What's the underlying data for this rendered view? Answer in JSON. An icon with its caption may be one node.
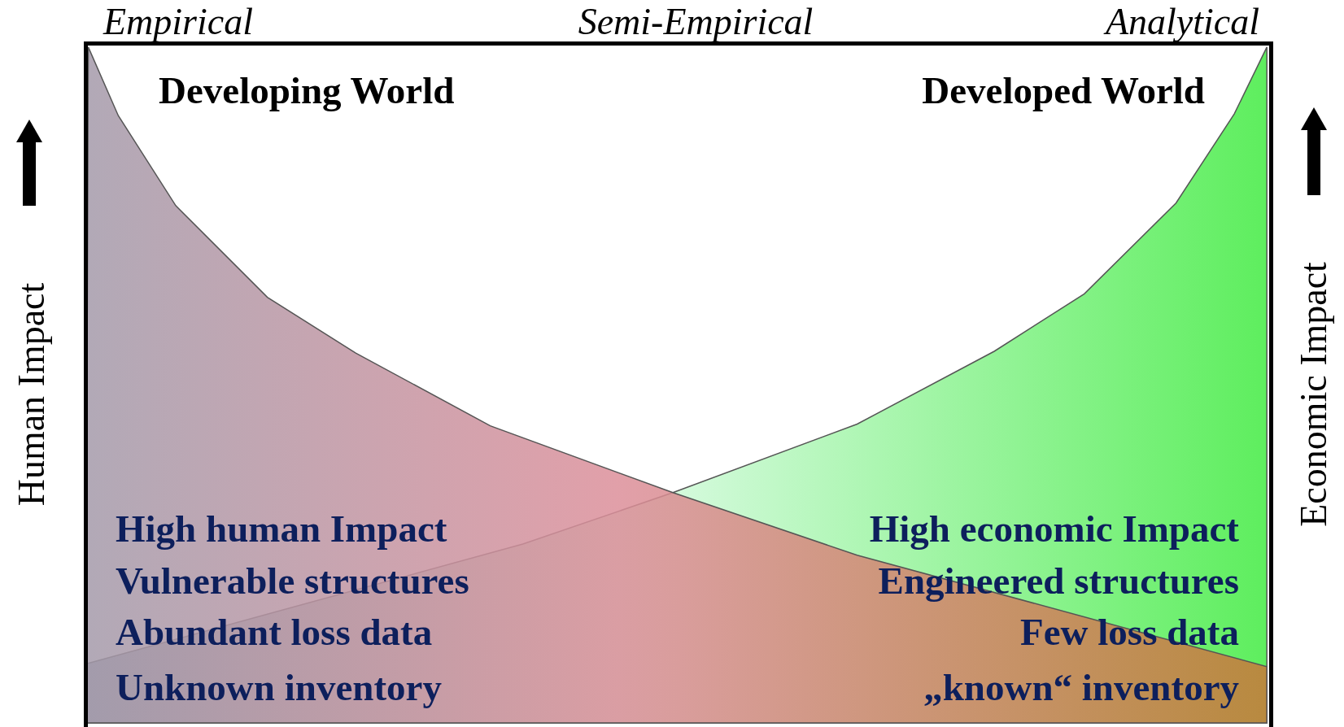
{
  "diagram": {
    "labels": [
      "Empirical",
      "Semi-Empirical",
      "Analytical",
      "Developing World",
      "Developed World",
      "Human Impact",
      "Economic Impact",
      "High human Impact",
      "High economic Impact",
      "Vulnerable structures",
      "Engineered structures",
      "Abundant loss data",
      "Few loss data",
      "Unknown inventory",
      "„known“ inventory"
    ]
  }
}
